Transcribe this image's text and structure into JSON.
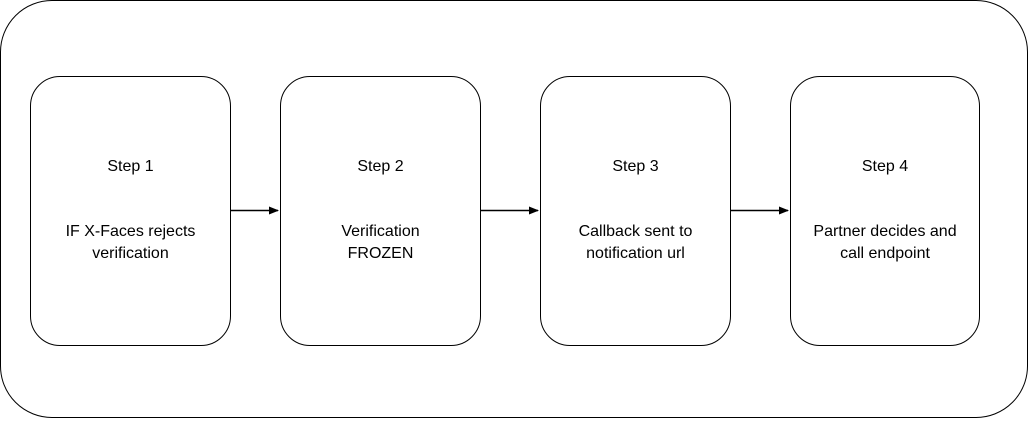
{
  "diagram": {
    "steps": [
      {
        "title": "Step 1",
        "description": "IF X-Faces rejects\nverification"
      },
      {
        "title": "Step 2",
        "description": "Verification\nFROZEN"
      },
      {
        "title": "Step 3",
        "description": "Callback sent to\nnotification url"
      },
      {
        "title": "Step 4",
        "description": "Partner decides and\ncall endpoint"
      }
    ],
    "colors": {
      "stroke": "#000000",
      "background": "#ffffff"
    }
  }
}
